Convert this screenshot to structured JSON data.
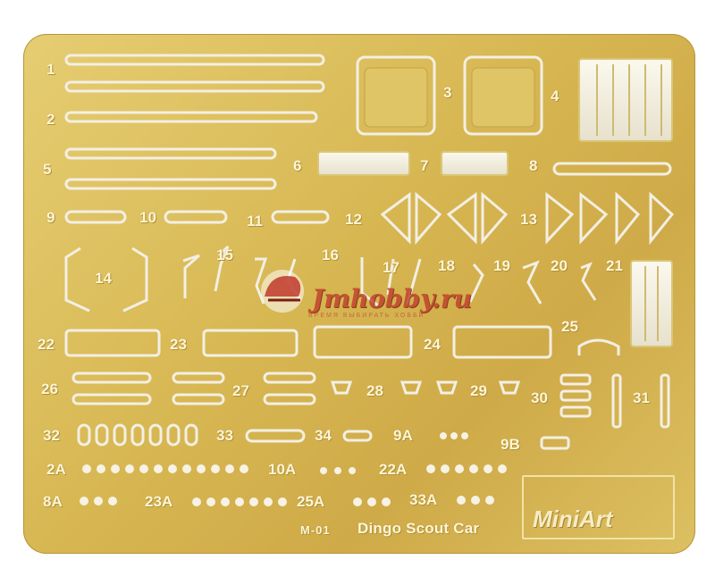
{
  "labels": {
    "n1": "1",
    "n2": "2",
    "n3": "3",
    "n4": "4",
    "n5": "5",
    "n6": "6",
    "n7": "7",
    "n8": "8",
    "n9": "9",
    "n10": "10",
    "n11": "11",
    "n12": "12",
    "n13": "13",
    "n14": "14",
    "n15": "15",
    "n16": "16",
    "n17": "17",
    "n18": "18",
    "n19": "19",
    "n20": "20",
    "n21": "21",
    "n22": "22",
    "n23": "23",
    "n24": "24",
    "n25": "25",
    "n26": "26",
    "n27": "27",
    "n28": "28",
    "n29": "29",
    "n30": "30",
    "n31": "31",
    "n32": "32",
    "n33": "33",
    "n34": "34",
    "n9a": "9A",
    "n9b": "9B",
    "n2a": "2A",
    "n10a": "10A",
    "n22a": "22A",
    "n8a": "8A",
    "n23a": "23A",
    "n25a": "25A",
    "n33a": "33A"
  },
  "set_code": "M-01",
  "set_title": "Dingo Scout Car",
  "watermark": {
    "text": "Jmhobby.ru",
    "subtitle": "ВРЕМЯ ВЫБИРАТЬ ХОББИ"
  },
  "logo_text": "MiniArt",
  "colors": {
    "brass": "#d7b752",
    "brass_light": "#eedc93",
    "etch_hole": "#f3efe4",
    "watermark": "#c0392b"
  }
}
